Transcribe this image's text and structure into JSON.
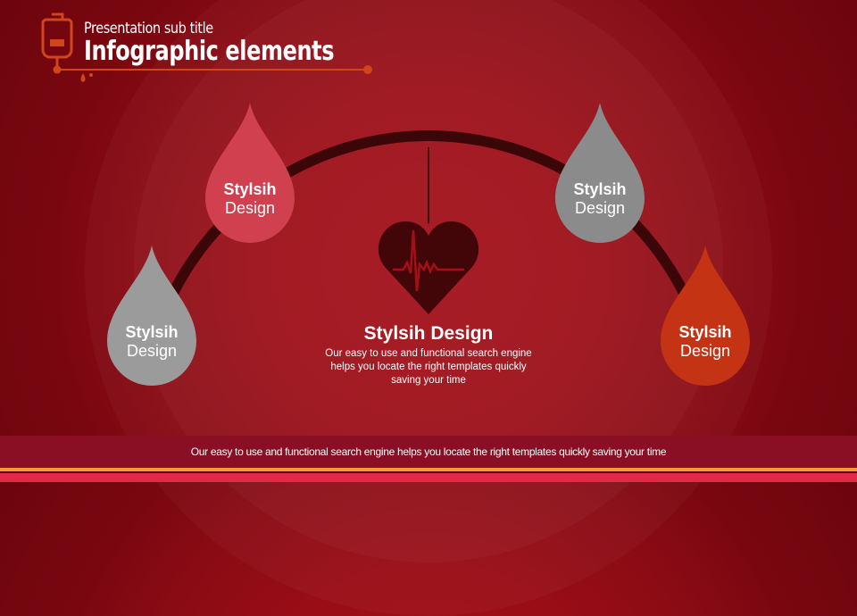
{
  "header": {
    "subtitle": "Presentation sub title",
    "title": "Infographic elements",
    "icon": "iv-bag-icon"
  },
  "drops": [
    {
      "bold": "Stylsih",
      "text": "Design",
      "color": "#d1404f"
    },
    {
      "bold": "Stylsih",
      "text": "Design",
      "color": "#9b9b9b"
    },
    {
      "bold": "Stylsih",
      "text": "Design",
      "color": "#8b8b8b"
    },
    {
      "bold": "Stylsih",
      "text": "Design",
      "color": "#c43414"
    }
  ],
  "center": {
    "icon": "heartbeat-heart-icon",
    "title": "Stylsih Design",
    "body": "Our easy to use and functional search engine helps you locate the right templates quickly saving your time"
  },
  "footer": {
    "text": "Our easy to use and functional search engine helps you locate the right templates quickly saving your time"
  },
  "colors": {
    "accent": "#d0451b",
    "arc": "#3a0608"
  }
}
